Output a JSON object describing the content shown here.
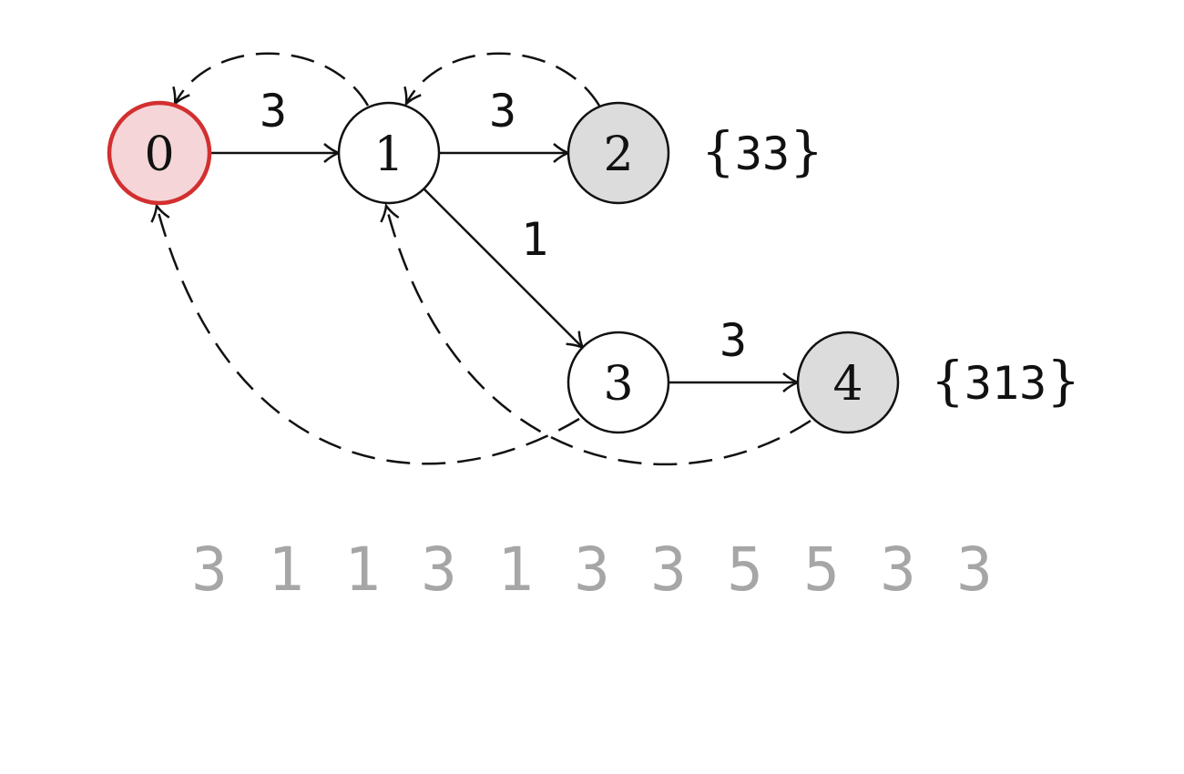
{
  "nodes": [
    {
      "id": "0",
      "label": "0",
      "fill": "#f5d5d8",
      "stroke": "#d32f2f",
      "start": true
    },
    {
      "id": "1",
      "label": "1",
      "fill": "#ffffff",
      "stroke": "#111111"
    },
    {
      "id": "2",
      "label": "2",
      "fill": "#dcdcdc",
      "stroke": "#111111"
    },
    {
      "id": "3",
      "label": "3",
      "fill": "#ffffff",
      "stroke": "#111111"
    },
    {
      "id": "4",
      "label": "4",
      "fill": "#dcdcdc",
      "stroke": "#111111"
    }
  ],
  "edges": [
    {
      "from": "0",
      "to": "1",
      "label": "3"
    },
    {
      "from": "1",
      "to": "2",
      "label": "3"
    },
    {
      "from": "1",
      "to": "3",
      "label": "1"
    },
    {
      "from": "3",
      "to": "4",
      "label": "3"
    }
  ],
  "failure_links": [
    {
      "from": "1",
      "to": "0"
    },
    {
      "from": "2",
      "to": "1"
    },
    {
      "from": "3",
      "to": "0"
    },
    {
      "from": "4",
      "to": "1"
    }
  ],
  "outputs": [
    {
      "node": "2",
      "open": "{",
      "text": "33",
      "close": "}"
    },
    {
      "node": "4",
      "open": "{",
      "text": "313",
      "close": "}"
    }
  ],
  "sequence": [
    "3",
    "1",
    "1",
    "3",
    "1",
    "3",
    "3",
    "5",
    "5",
    "3",
    "3"
  ],
  "colors": {
    "sequence_text": "#a6a6a6",
    "start_fill": "#f5d5d8",
    "start_stroke": "#d32f2f",
    "accepting_fill": "#dcdcdc"
  }
}
